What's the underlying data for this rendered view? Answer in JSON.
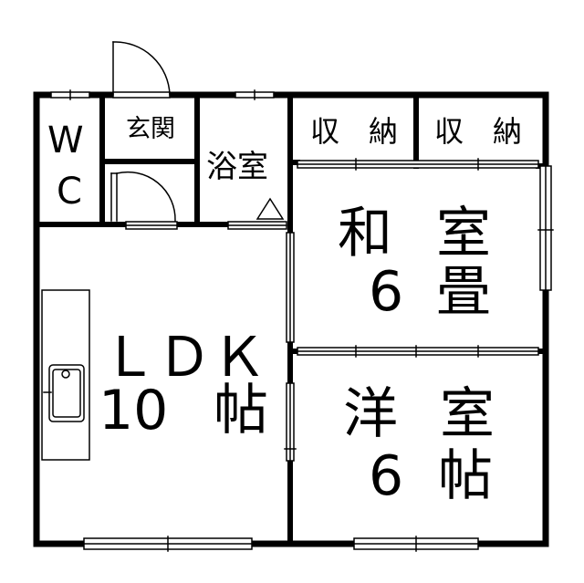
{
  "rooms": {
    "wc": {
      "line1": "W",
      "line2": "C"
    },
    "entrance": "玄関",
    "bath": "浴室",
    "storage_left": "収　納",
    "storage_right": "収　納",
    "japanese_room": {
      "name_a": "和",
      "name_b": "室",
      "size_num": "6",
      "size_unit": "畳"
    },
    "ldk": {
      "name": "ＬＤＫ",
      "size_num": "10",
      "size_unit": "帖"
    },
    "western_room": {
      "name_a": "洋",
      "name_b": "室",
      "size_num": "6",
      "size_unit": "帖"
    }
  }
}
